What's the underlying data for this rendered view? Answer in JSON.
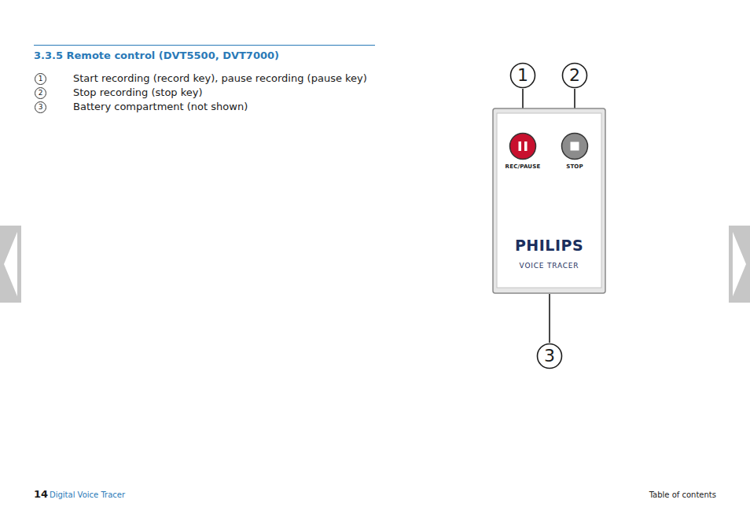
{
  "diagram": {
    "title": "3.3.5 Remote control (DVT5500, DVT7000)",
    "nodes": [
      {
        "text": [
          "1"
        ]
      },
      {
        "text": [
          "2"
        ]
      },
      {
        "text": [
          "PHILIPS",
          "VOICE TRACER"
        ]
      },
      {
        "text": [
          "REC/PAUSE"
        ],
        "in": 2
      },
      {
        "text": [
          "STOP"
        ],
        "in": 2
      },
      {
        "text": [
          "3"
        ]
      }
    ],
    "edges": [
      {
        "from": 0,
        "to": 3,
        "arrow": "none"
      },
      {
        "from": 1,
        "to": 4,
        "arrow": "none"
      },
      {
        "from": 5,
        "to": 2,
        "arrow": "none"
      }
    ],
    "labels": [
      "1",
      "Start recording (record key), pause recording (pause key)",
      "2",
      "Stop recording (stop key)",
      "3",
      "Battery compartment (not shown)",
      "14",
      "Digital Voice Tracer",
      "Table of contents"
    ]
  }
}
